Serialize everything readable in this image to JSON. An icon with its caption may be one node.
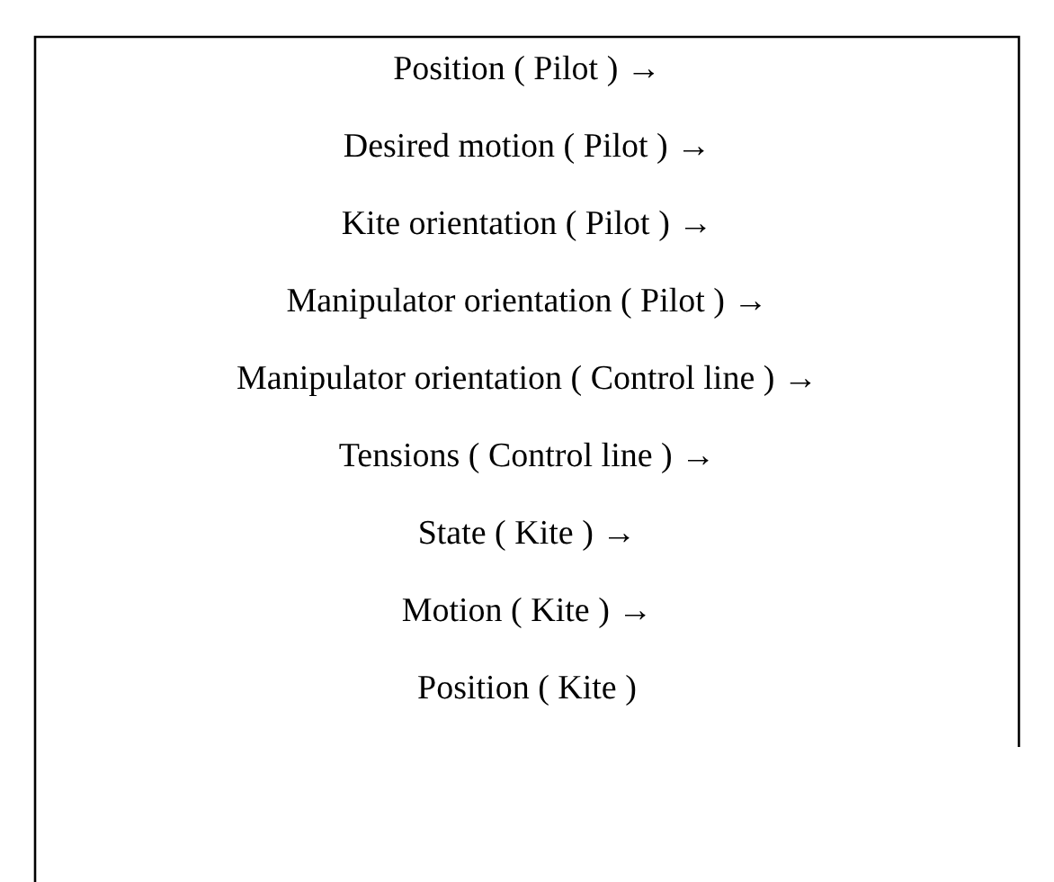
{
  "diagram": {
    "labels": [
      "Position ( Pilot ) →",
      "Desired motion ( Pilot ) →",
      "Kite orientation ( Pilot ) →",
      "Manipulator orientation ( Pilot ) →",
      "Manipulator orientation ( Control line ) →",
      "Tensions ( Control line ) →",
      "State ( Kite ) →",
      "Motion ( Kite ) →",
      "Position ( Kite )"
    ]
  }
}
